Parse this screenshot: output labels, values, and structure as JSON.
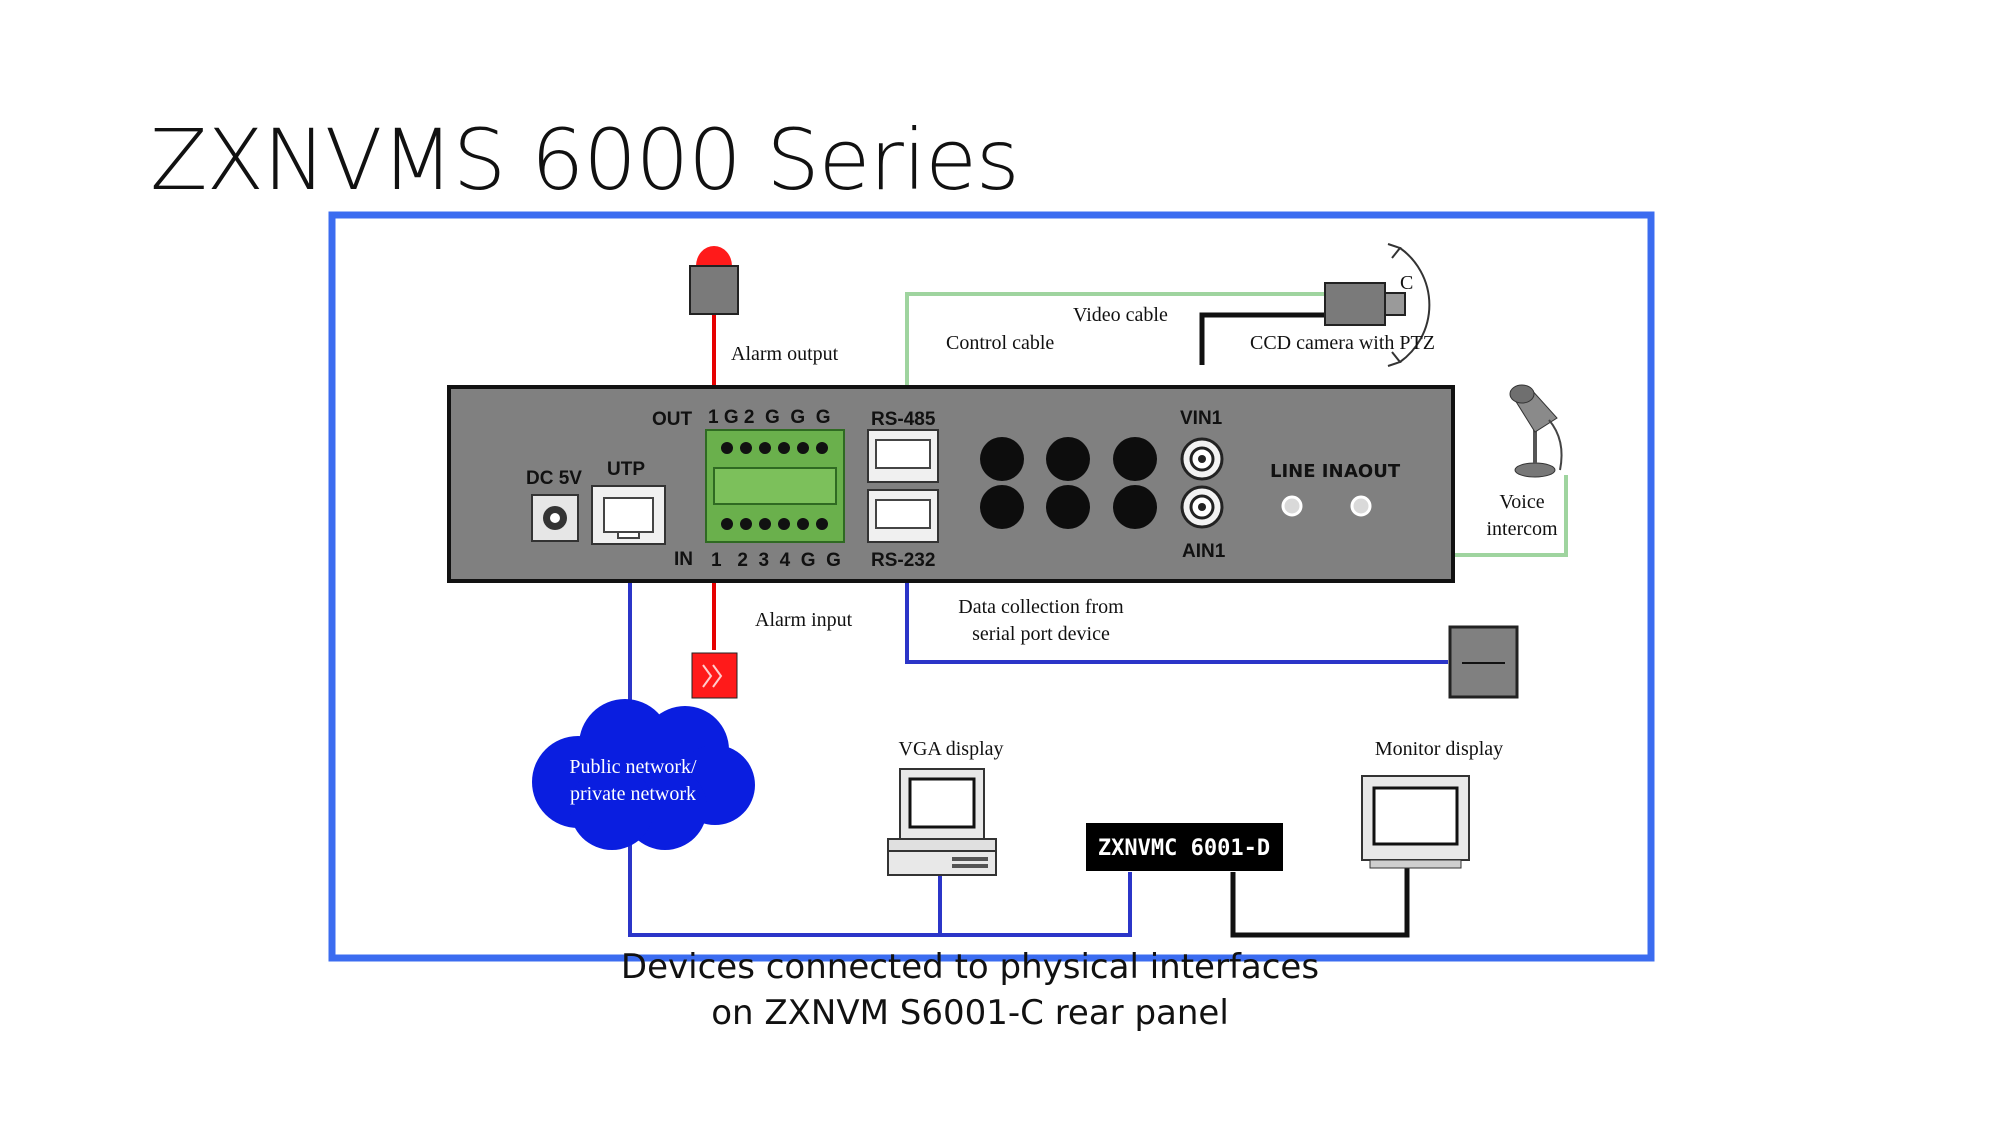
{
  "slide": {
    "title": "ZXNVMS 6000 Series",
    "caption": "Devices connected to physical interfaces on ZXNVM S6001-C rear panel"
  },
  "colors": {
    "frame_blue": "#3b6cf0",
    "panel_gray": "#808080",
    "terminal_green": "#6ab04c",
    "alarm_red": "#e60000",
    "network_blue": "#2b35c8",
    "cable_green": "#9fd49f",
    "cable_black": "#111111"
  },
  "labels": {
    "alarm_output": "Alarm output",
    "alarm_input": "Alarm input",
    "control_cable": "Control cable",
    "video_cable": "Video cable",
    "ccd_camera": "CCD camera with PTZ",
    "ptz_symbol": "C",
    "voice_intercom_1": "Voice",
    "voice_intercom_2": "intercom",
    "data_collection_1": "Data collection from",
    "data_collection_2": "serial port device",
    "public_network_1": "Public network/",
    "public_network_2": "private network",
    "vga_display": "VGA display",
    "monitor_display": "Monitor display",
    "decoder_label": "ZXNVMC 6001-D"
  },
  "panel": {
    "dc5v": "DC 5V",
    "utp": "UTP",
    "out": "OUT",
    "out_pins": "1 G 2  G  G  G",
    "in": "IN",
    "in_pins": "1   2  3  4  G  G",
    "rs485": "RS-485",
    "rs232": "RS-232",
    "vin1": "VIN1",
    "ain1": "AIN1",
    "line_in": "LINE IN",
    "aout": "AOUT"
  },
  "icons": [
    "alarm-light-icon",
    "alarm-input-icon",
    "ccd-camera-icon",
    "microphone-icon",
    "serial-device-icon",
    "network-cloud-icon",
    "vga-computer-icon",
    "monitor-icon"
  ]
}
